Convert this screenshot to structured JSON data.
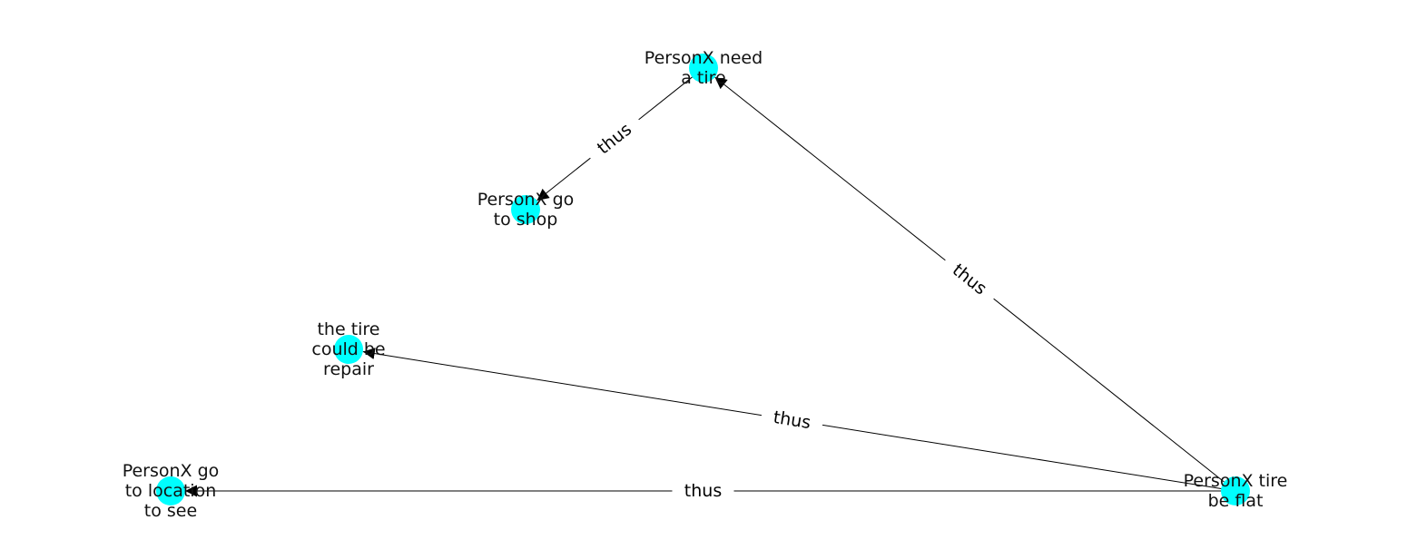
{
  "diagram": {
    "node_color": "#00FFFF",
    "edge_color": "#000000",
    "nodes": [
      {
        "id": "need_tire",
        "lines": [
          "PersonX need",
          "a tire"
        ]
      },
      {
        "id": "go_shop",
        "lines": [
          "PersonX go",
          "to shop"
        ]
      },
      {
        "id": "tire_repair",
        "lines": [
          "the tire",
          "could be",
          "repair"
        ]
      },
      {
        "id": "go_location",
        "lines": [
          "PersonX go",
          "to location",
          "to see"
        ]
      },
      {
        "id": "tire_flat",
        "lines": [
          "PersonX tire",
          "be flat"
        ]
      }
    ],
    "edges": [
      {
        "source": "need_tire",
        "target": "go_shop",
        "label": "thus"
      },
      {
        "source": "tire_flat",
        "target": "need_tire",
        "label": "thus"
      },
      {
        "source": "tire_flat",
        "target": "tire_repair",
        "label": "thus"
      },
      {
        "source": "tire_flat",
        "target": "go_location",
        "label": "thus"
      }
    ]
  }
}
